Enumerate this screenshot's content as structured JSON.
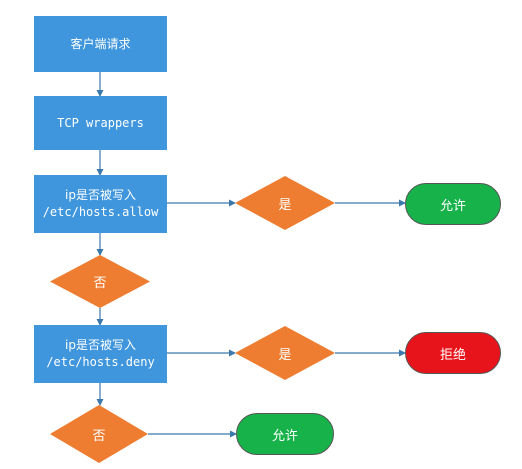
{
  "nodes": {
    "client_request": "客户端请求",
    "tcp_wrappers": "TCP wrappers",
    "check_allow_line1": "ip是否被写入",
    "check_allow_line2": "/etc/hosts.allow",
    "allow_yes": "是",
    "allow_result": "允许",
    "allow_no": "否",
    "check_deny_line1": "ip是否被写入",
    "check_deny_line2": "/etc/hosts.deny",
    "deny_yes": "是",
    "deny_result": "拒绝",
    "deny_no": "否",
    "final_result": "允许"
  },
  "colors": {
    "process": "#3f96dc",
    "decision": "#ee7d31",
    "allow": "#18b24b",
    "deny": "#e8141b",
    "connector": "#3b79ad"
  }
}
